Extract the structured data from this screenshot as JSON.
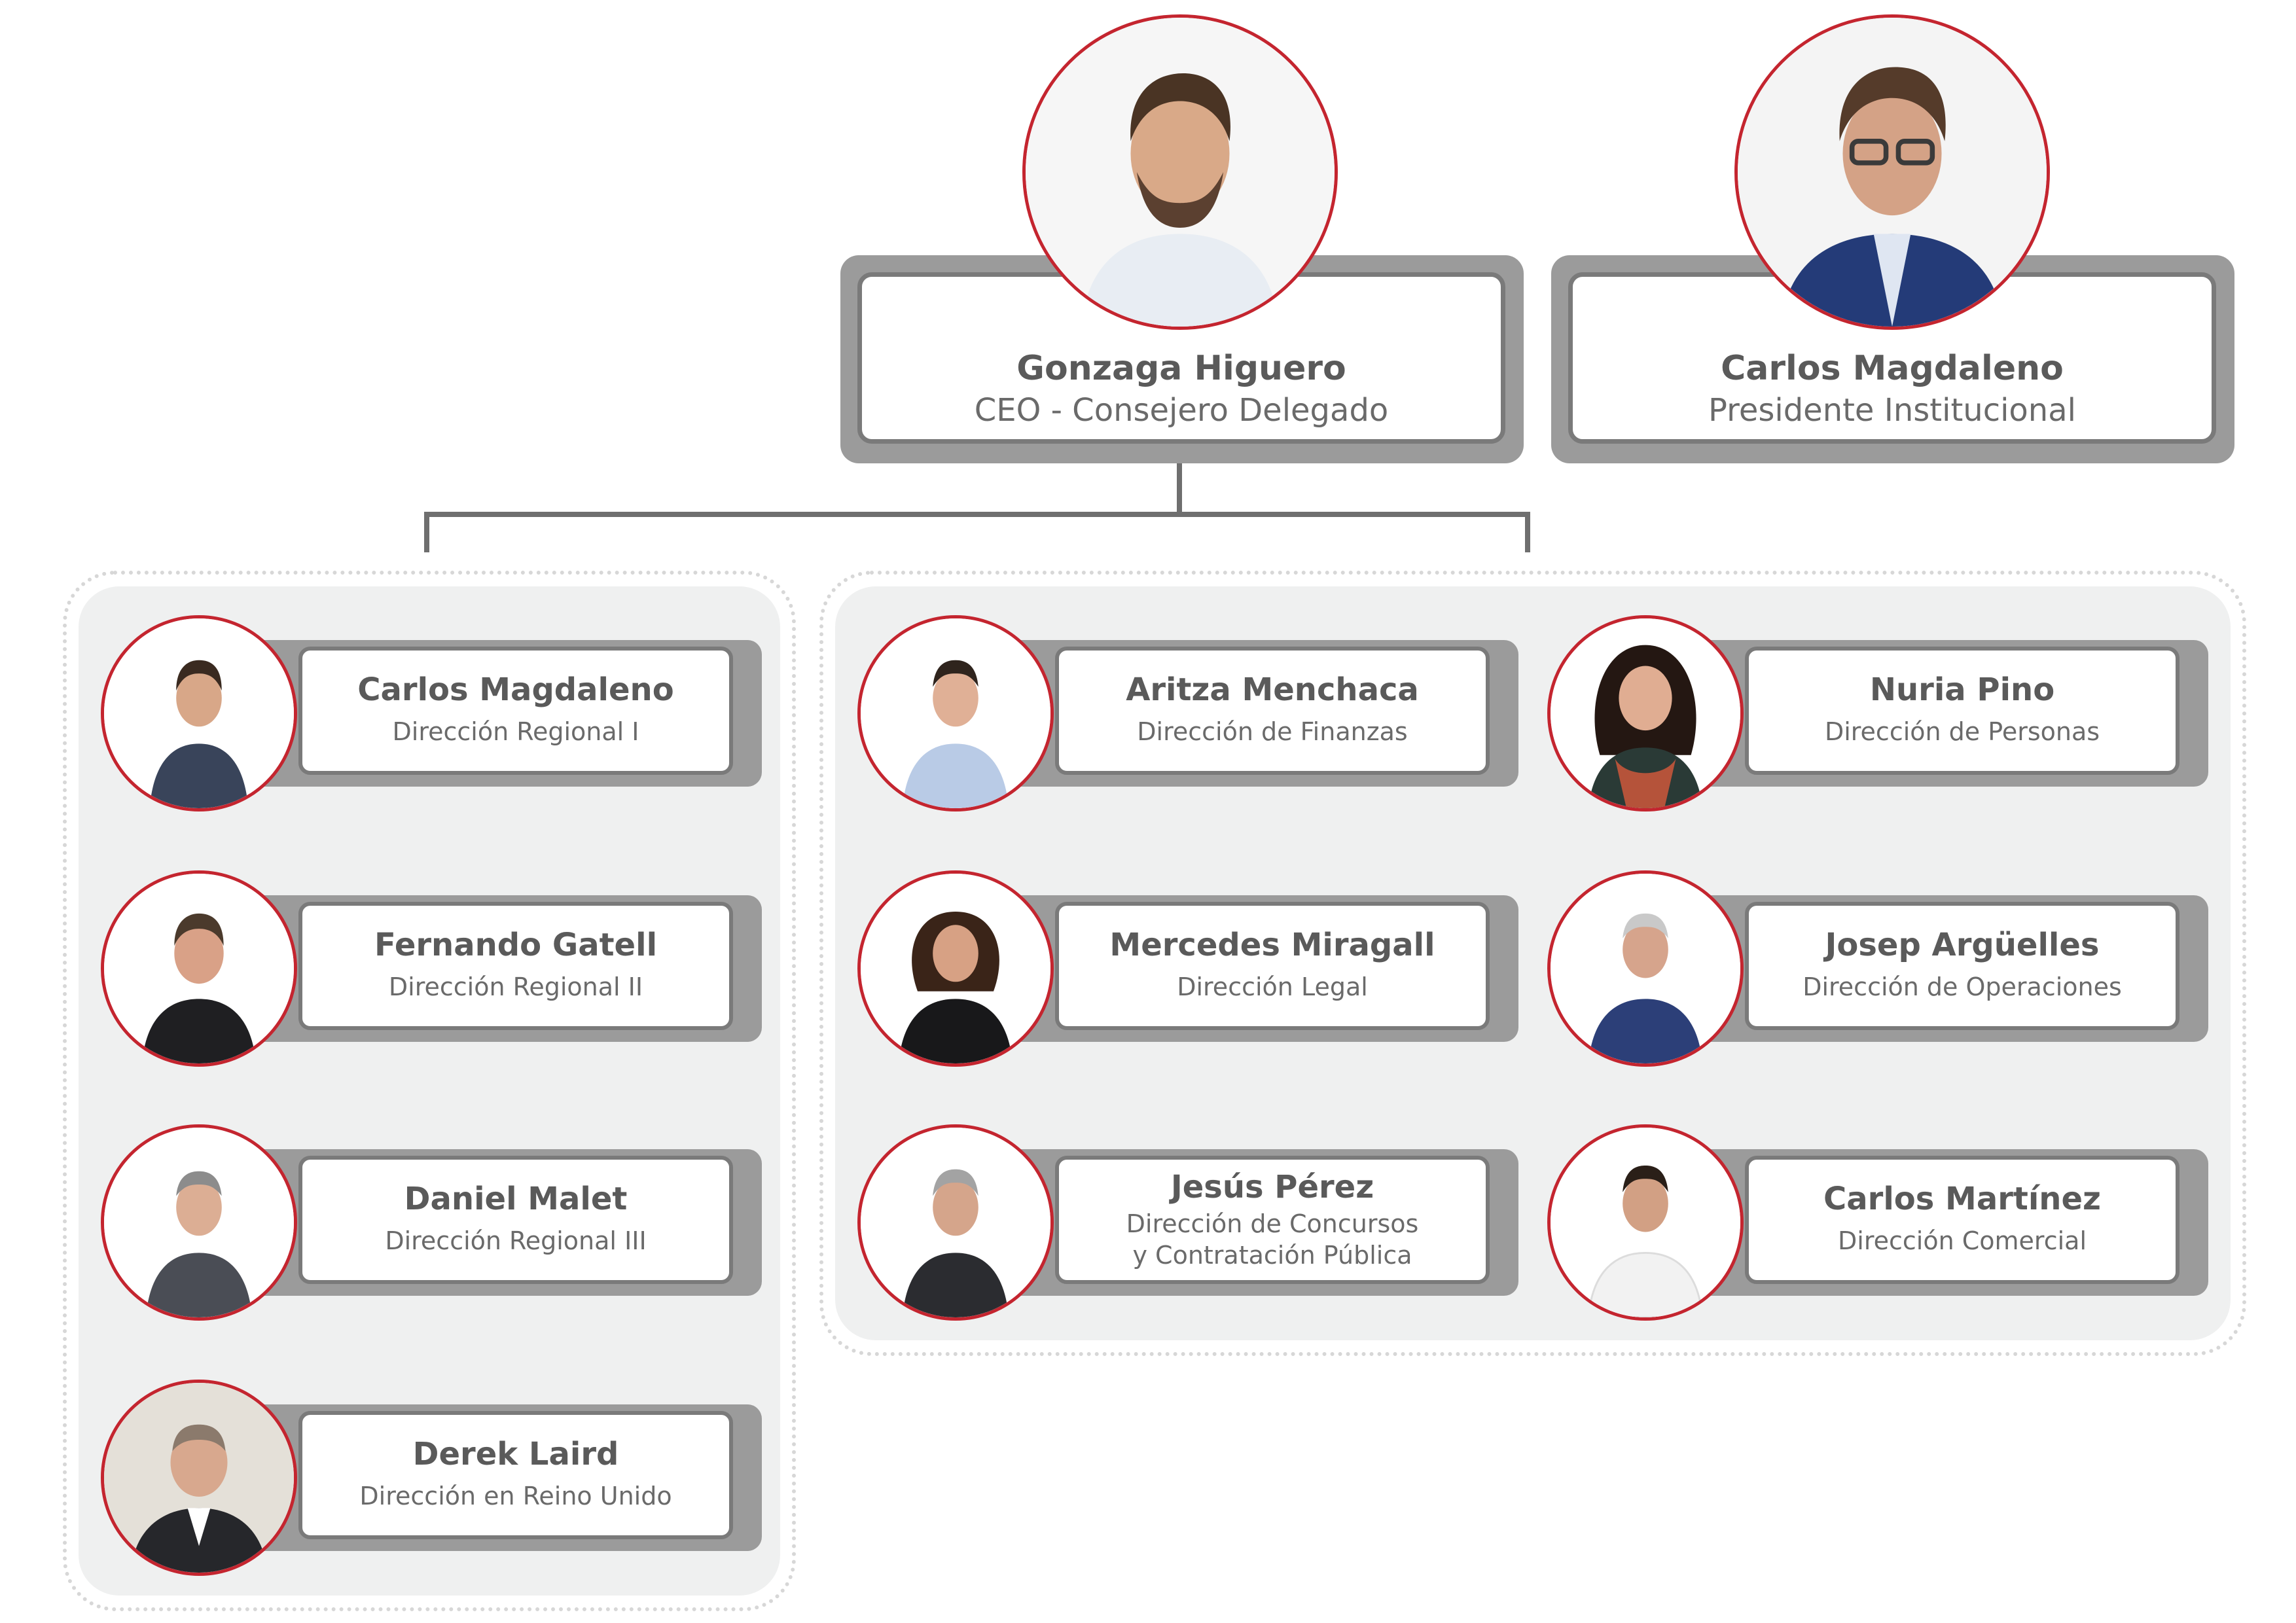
{
  "executives": [
    {
      "name": "Gonzaga Higuero",
      "role": "CEO - Consejero Delegado",
      "photo": "person-photo"
    },
    {
      "name": "Carlos Magdaleno",
      "role": "Presidente Institucional",
      "photo": "person-photo"
    }
  ],
  "regional_group": [
    {
      "name": "Carlos Magdaleno",
      "role": "Dirección Regional I"
    },
    {
      "name": "Fernando Gatell",
      "role": "Dirección Regional II"
    },
    {
      "name": "Daniel Malet",
      "role": "Dirección Regional III"
    },
    {
      "name": "Derek Laird",
      "role": "Dirección en Reino Unido"
    }
  ],
  "corporate_group": [
    {
      "name": "Aritza Menchaca",
      "role": "Dirección de Finanzas"
    },
    {
      "name": "Nuria Pino",
      "role": "Dirección de Personas"
    },
    {
      "name": "Mercedes Miragall",
      "role": "Dirección Legal"
    },
    {
      "name": "Josep Argüelles",
      "role": "Dirección de Operaciones"
    },
    {
      "name": "Jesús Pérez",
      "role_line1": "Dirección de Concursos",
      "role_line2": "y Contratación Pública"
    },
    {
      "name": "Carlos Martínez",
      "role": "Dirección Comercial"
    }
  ],
  "colors": {
    "accent_ring": "#c4252f",
    "card_frame": "#9b9b9b",
    "panel_background": "#eff0f0",
    "text": "#5a5a5a"
  }
}
